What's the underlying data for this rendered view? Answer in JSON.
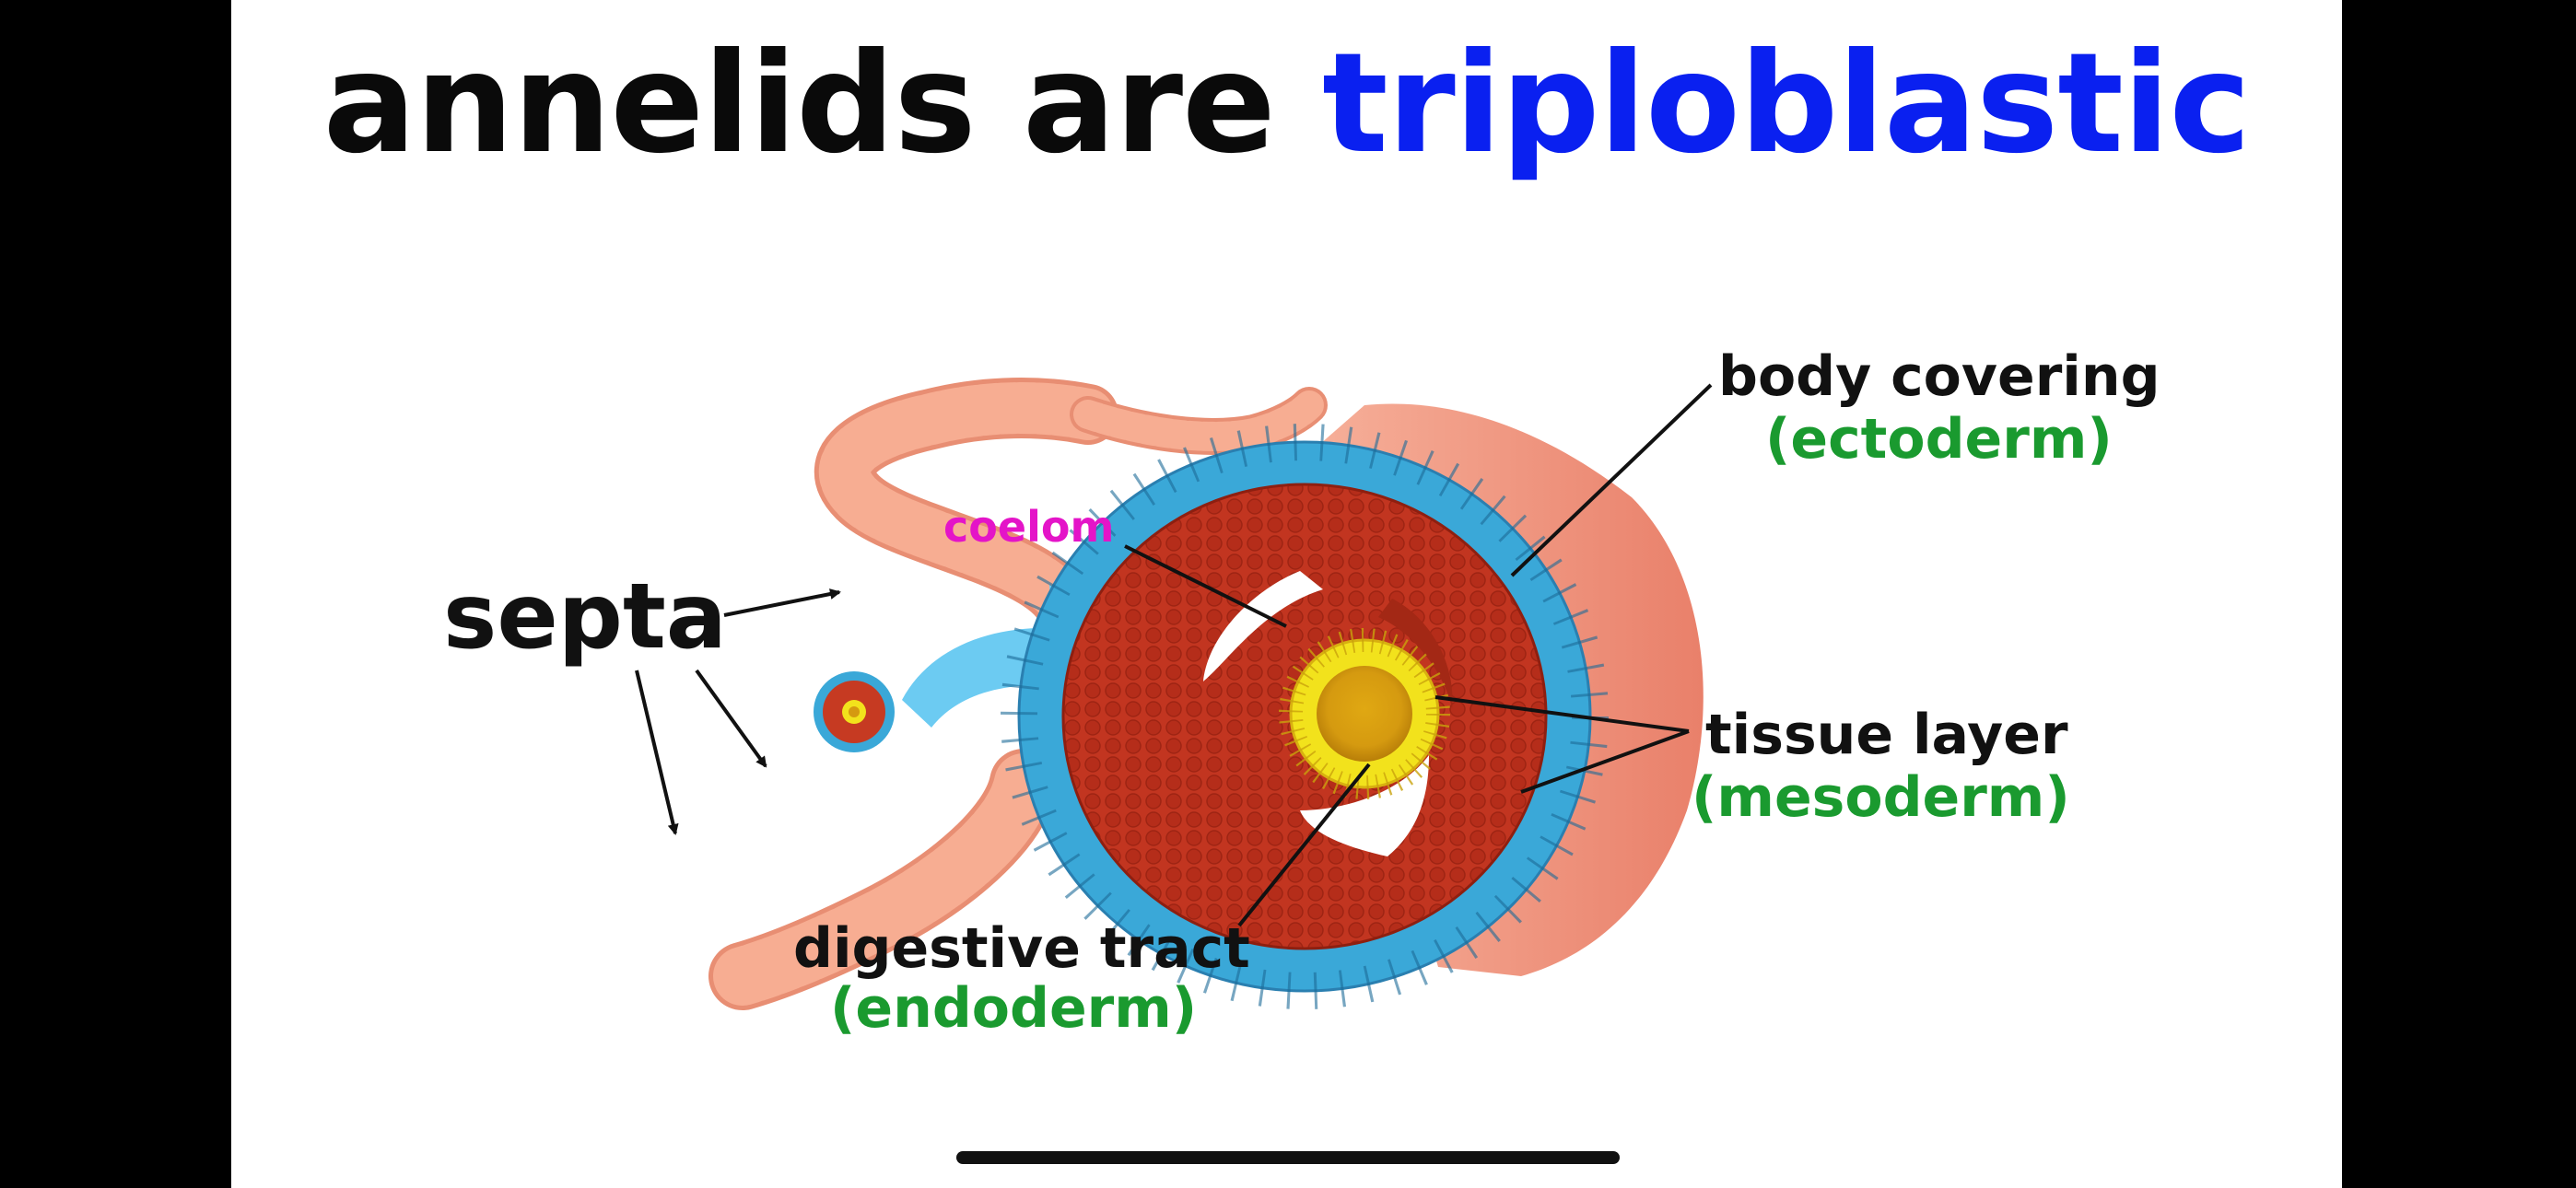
{
  "title": {
    "plain": "annelids are",
    "accent": "triploblastic"
  },
  "labels": {
    "septa": "septa",
    "coelom": "coelom",
    "body_covering": "body covering",
    "ectoderm": "(ectoderm)",
    "tissue_layer": "tissue layer",
    "mesoderm": "(mesoderm)",
    "digestive_tract": "digestive tract",
    "endoderm": "(endoderm)"
  },
  "colors": {
    "title_accent": "#0a20f0",
    "germ_layer": "#1a9a2f",
    "coelom": "#e414c8",
    "worm": "#f5a98c",
    "ectoderm_cells": "#3aa8d8",
    "mesoderm_tissue": "#c63a22",
    "endoderm_gut": "#f2e21c",
    "arrow": "#6ccbf2"
  }
}
